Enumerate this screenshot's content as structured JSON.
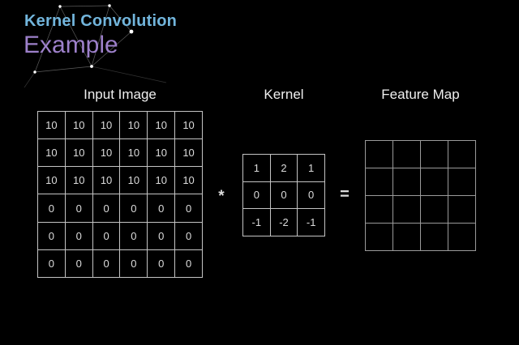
{
  "slide": {
    "title": "Kernel Convolution",
    "subtitle": "Example"
  },
  "sections": {
    "input_image": {
      "label": "Input Image",
      "rows": [
        [
          "10",
          "10",
          "10",
          "10",
          "10",
          "10"
        ],
        [
          "10",
          "10",
          "10",
          "10",
          "10",
          "10"
        ],
        [
          "10",
          "10",
          "10",
          "10",
          "10",
          "10"
        ],
        [
          "0",
          "0",
          "0",
          "0",
          "0",
          "0"
        ],
        [
          "0",
          "0",
          "0",
          "0",
          "0",
          "0"
        ],
        [
          "0",
          "0",
          "0",
          "0",
          "0",
          "0"
        ]
      ]
    },
    "kernel": {
      "label": "Kernel",
      "rows": [
        [
          "1",
          "2",
          "1"
        ],
        [
          "0",
          "0",
          "0"
        ],
        [
          "-1",
          "-2",
          "-1"
        ]
      ]
    },
    "feature_map": {
      "label": "Feature Map",
      "rows": [
        [
          "",
          "",
          "",
          ""
        ],
        [
          "",
          "",
          "",
          ""
        ],
        [
          "",
          "",
          "",
          ""
        ],
        [
          "",
          "",
          "",
          ""
        ]
      ]
    }
  },
  "operators": {
    "convolution": "*",
    "equals": "="
  },
  "colors": {
    "bg": "#000000",
    "title_color": "#72b5dc",
    "subtitle_color": "#9d80ca",
    "label_text": "#efefef",
    "cell_text": "#dcdcdc",
    "grid_line": "#c4c4c4",
    "feature_grid_line": "#9a9a9a"
  }
}
